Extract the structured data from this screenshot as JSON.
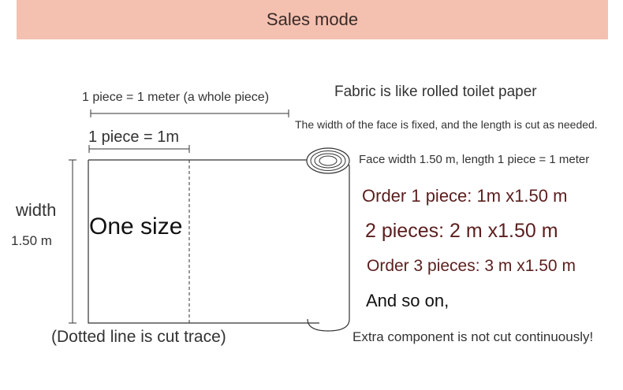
{
  "header": {
    "title": "Sales mode"
  },
  "labels": {
    "whole_piece": "1 piece = 1 meter (a whole piece)",
    "one_piece": "1 piece = 1m",
    "width_label": "width",
    "width_value": "1.50 m",
    "one_size": "One size",
    "dotted_note": "(Dotted line is cut trace)"
  },
  "info": {
    "heading": "Fabric is like rolled toilet paper",
    "fixed_width": "The width of the face is fixed, and the length is cut as needed.",
    "face_width": "Face width 1.50 m, length 1 piece = 1 meter",
    "orders": [
      "Order 1 piece: 1m x1.50 m",
      "2 pieces: 2 m x1.50 m",
      "Order 3 pieces: 3 m x1.50 m",
      "And so on,"
    ],
    "footnote": "Extra component is not cut continuously!"
  },
  "colors": {
    "banner": "#f4c1b1",
    "order_text": "#5c1e1e",
    "line": "#333333"
  }
}
